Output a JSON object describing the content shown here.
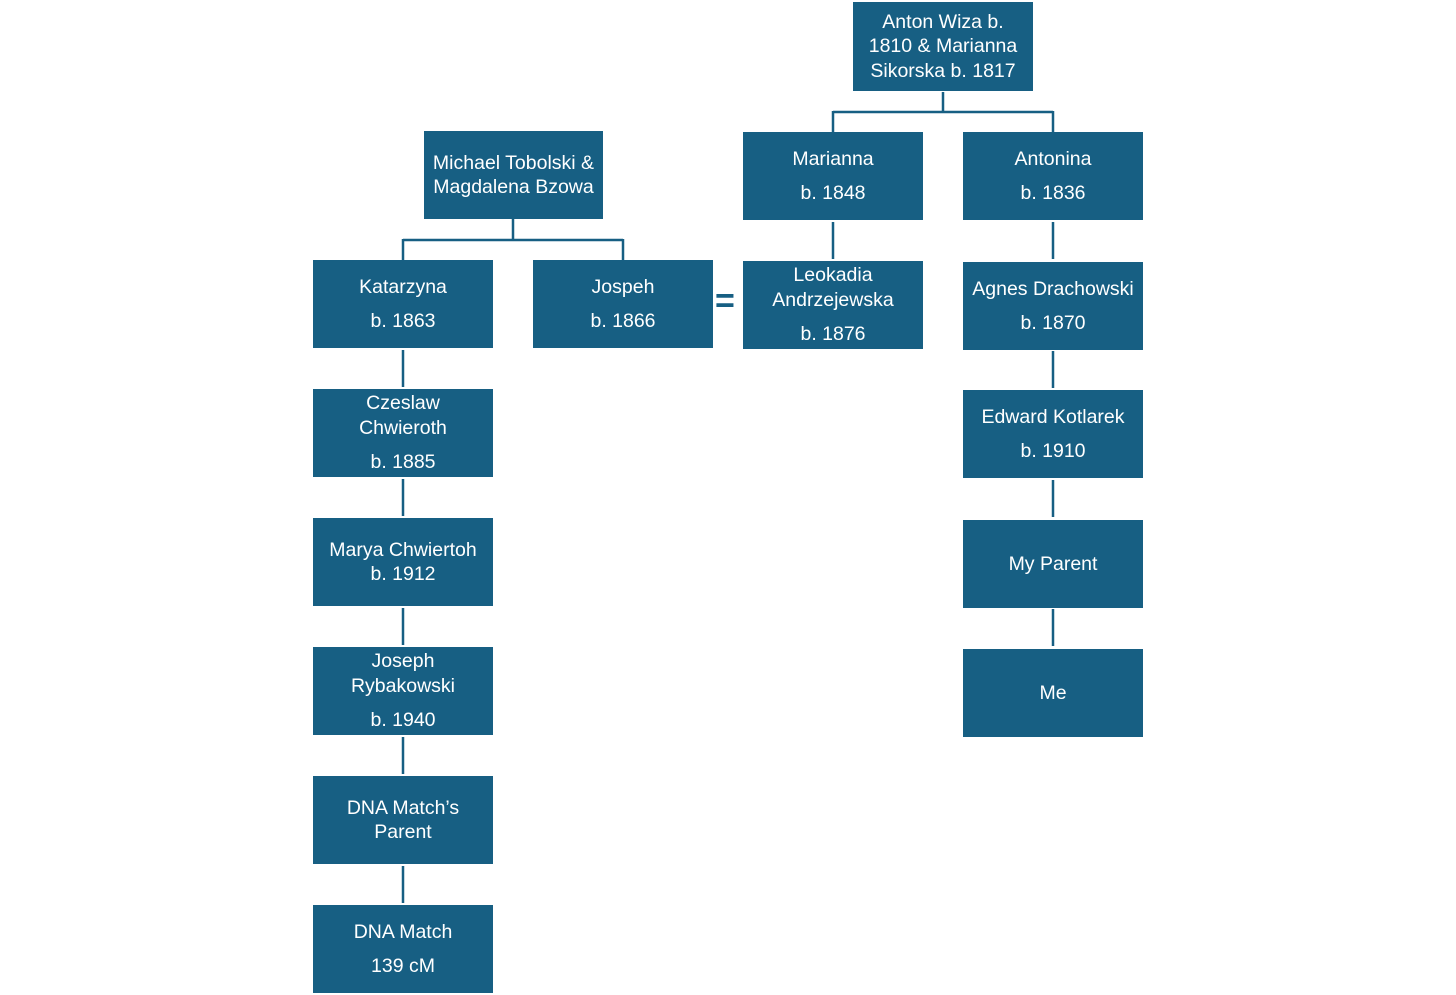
{
  "tree": {
    "root": {
      "name": "Anton Wiza b. 1810 & Marianna Sikorska b. 1817"
    },
    "tobolski": {
      "name": "Michael Tobolski & Magdalena Bzowa"
    },
    "katarzyna": {
      "name": "Katarzyna",
      "birth": "b. 1863"
    },
    "jospeh": {
      "name": "Jospeh",
      "birth": "b. 1866"
    },
    "marianna": {
      "name": "Marianna",
      "birth": "b. 1848"
    },
    "antonina": {
      "name": "Antonina",
      "birth": "b. 1836"
    },
    "leokadia": {
      "name": "Leokadia Andrzejewska",
      "birth": "b. 1876"
    },
    "agnes": {
      "name": "Agnes Drachowski",
      "birth": "b. 1870"
    },
    "czeslaw": {
      "name": "Czeslaw Chwieroth",
      "birth": "b. 1885"
    },
    "edward": {
      "name": "Edward Kotlarek",
      "birth": "b. 1910"
    },
    "marya": {
      "name": "Marya Chwiertoh",
      "birth": "b. 1912"
    },
    "my_parent": {
      "name": "My Parent"
    },
    "joseph_r": {
      "name": "Joseph Rybakowski",
      "birth": "b. 1940"
    },
    "me": {
      "name": "Me"
    },
    "dna_parent": {
      "name": "DNA Match’s Parent"
    },
    "dna_match": {
      "name": "DNA Match",
      "birth": "139 cM"
    },
    "marriage_symbol": "="
  },
  "colors": {
    "box_fill": "#175f83",
    "box_text": "#ffffff",
    "connector": "#175f83",
    "background": "#ffffff"
  }
}
